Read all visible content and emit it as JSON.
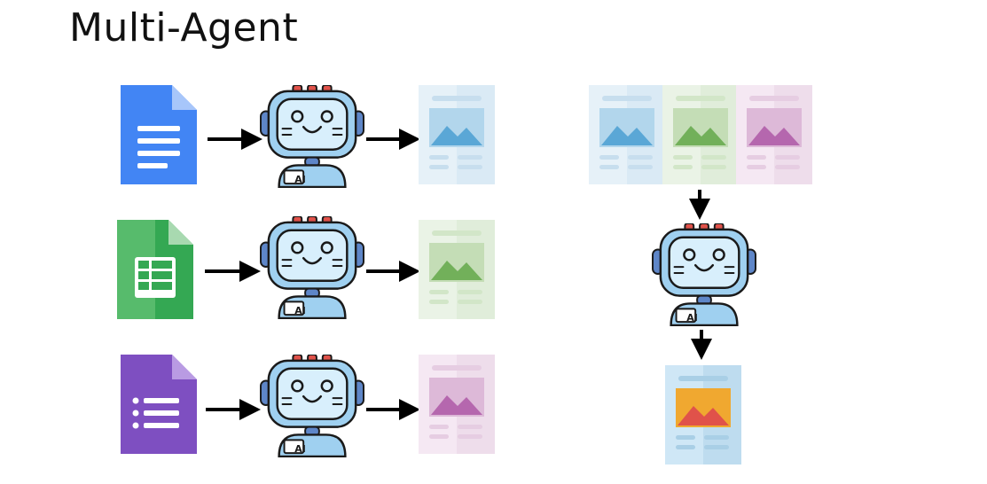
{
  "title": "Multi-Agent",
  "robot_badge": "AI",
  "colors": {
    "docs_blue": "#4285F4",
    "sheets_green": "#34A853",
    "forms_purple": "#7E4FC1",
    "robot_body": "#9FD0F0",
    "robot_outline": "#1A1A1A",
    "robot_accent": "#E0524A",
    "arrow": "#000000",
    "report_blue": "#5AA7D6",
    "report_green": "#72B05A",
    "report_purple": "#B567AE",
    "final_orange": "#F0A830",
    "final_red": "#E0524A"
  },
  "rows": [
    {
      "source_icon": "google-docs-icon",
      "output": "blue-report"
    },
    {
      "source_icon": "google-sheets-icon",
      "output": "green-report"
    },
    {
      "source_icon": "google-forms-icon",
      "output": "purple-report"
    }
  ],
  "combined_inputs": [
    "blue-report",
    "green-report",
    "purple-report"
  ],
  "final_output": "colorful-report"
}
